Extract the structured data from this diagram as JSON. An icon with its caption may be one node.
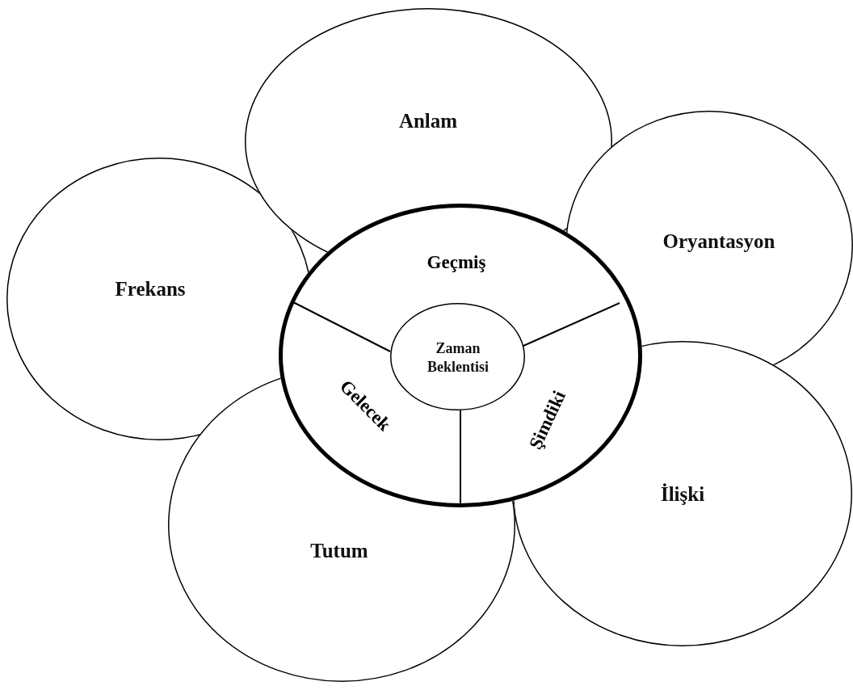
{
  "diagram": {
    "nodes": [
      {
        "text": [
          "Anlam"
        ]
      },
      {
        "text": [
          "Oryantasyon"
        ]
      },
      {
        "text": [
          "Frekans"
        ]
      },
      {
        "text": [],
        "shape": "circle"
      },
      {
        "text": [
          "Geçmiş"
        ]
      },
      {
        "text": [
          "Zaman Beklentisi"
        ],
        "in": 3
      },
      {
        "text": [
          "Gelecek"
        ]
      },
      {
        "text": [
          "Şimdiki"
        ]
      },
      {
        "text": [
          "İlişki"
        ]
      },
      {
        "text": [
          "Tutum"
        ]
      }
    ],
    "edges": []
  }
}
